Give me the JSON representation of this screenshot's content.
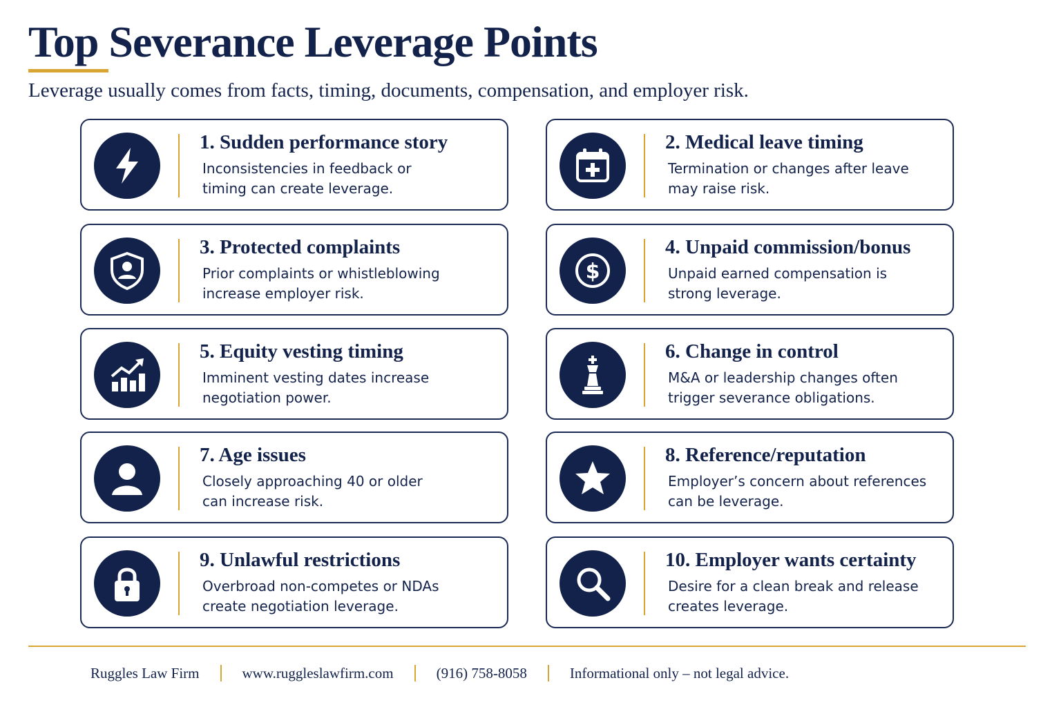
{
  "header": {
    "title": "Top Severance Leverage Points",
    "subtitle": "Leverage usually comes from facts, timing, documents, compensation, and employer risk."
  },
  "colors": {
    "navy": "#13224a",
    "gold": "#d9a532"
  },
  "points": [
    {
      "title": "1. Sudden performance story",
      "line1": "Inconsistencies in feedback or",
      "line2": "timing can create leverage.",
      "icon": "lightning-bolt-icon"
    },
    {
      "title": "2. Medical leave timing",
      "line1": "Termination or changes after leave",
      "line2": "may raise risk.",
      "icon": "medical-calendar-icon"
    },
    {
      "title": "3. Protected complaints",
      "line1": "Prior complaints or whistleblowing",
      "line2": "increase employer risk.",
      "icon": "shield-person-icon"
    },
    {
      "title": "4. Unpaid commission/bonus",
      "line1": "Unpaid earned compensation is",
      "line2": "strong leverage.",
      "icon": "dollar-coin-icon"
    },
    {
      "title": "5. Equity vesting timing",
      "line1": "Imminent vesting dates increase",
      "line2": "negotiation power.",
      "icon": "growth-chart-icon"
    },
    {
      "title": "6. Change in control",
      "line1": "M&A or leadership changes often",
      "line2": "trigger severance obligations.",
      "icon": "chess-king-icon"
    },
    {
      "title": "7. Age issues",
      "line1": "Closely approaching 40 or older",
      "line2": "can increase risk.",
      "icon": "person-icon"
    },
    {
      "title": "8. Reference/reputation",
      "line1": "Employer’s concern about references",
      "line2": "can be leverage.",
      "icon": "star-icon"
    },
    {
      "title": "9. Unlawful restrictions",
      "line1": "Overbroad non-competes or NDAs",
      "line2": "create negotiation leverage.",
      "icon": "padlock-icon"
    },
    {
      "title": "10. Employer wants certainty",
      "line1": "Desire for a clean break and release",
      "line2": "creates leverage.",
      "icon": "magnifying-glass-icon"
    }
  ],
  "footer": {
    "firm": "Ruggles Law Firm",
    "website": "www.ruggleslawfirm.com",
    "phone": "(916) 758-8058",
    "disclaimer": "Informational only – not legal advice."
  }
}
